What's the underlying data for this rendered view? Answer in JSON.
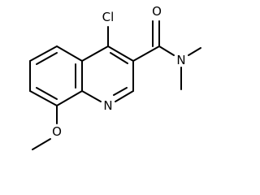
{
  "molecule": {
    "atoms": {
      "cl": "Cl",
      "o_carbonyl": "O",
      "n_amide": "N",
      "n_ring": "N",
      "o_methoxy": "O"
    },
    "bond_color": "#000000",
    "label_color": "#000000",
    "background": "#ffffff"
  }
}
